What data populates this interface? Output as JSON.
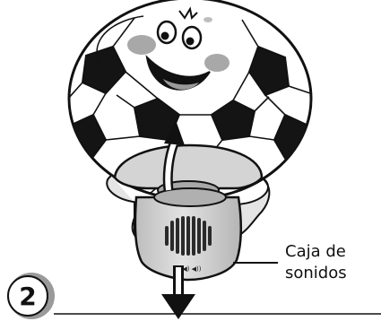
{
  "callout": {
    "line1": "Caja de",
    "line2": "sonidos"
  },
  "step": {
    "number": "2"
  },
  "device": {
    "markings": "○ ◀) ◀))"
  },
  "icons": {
    "ball": "soccer-ball-face-icon",
    "up_arrow": "arrow-up-icon",
    "down_arrow": "arrow-down-icon"
  },
  "colors": {
    "outline": "#111111",
    "cheek": "#a8a8a8",
    "base_gray": "#d4d4d4",
    "box_gray": "#c8c8c8",
    "step_badge": "#9a9a9a"
  }
}
